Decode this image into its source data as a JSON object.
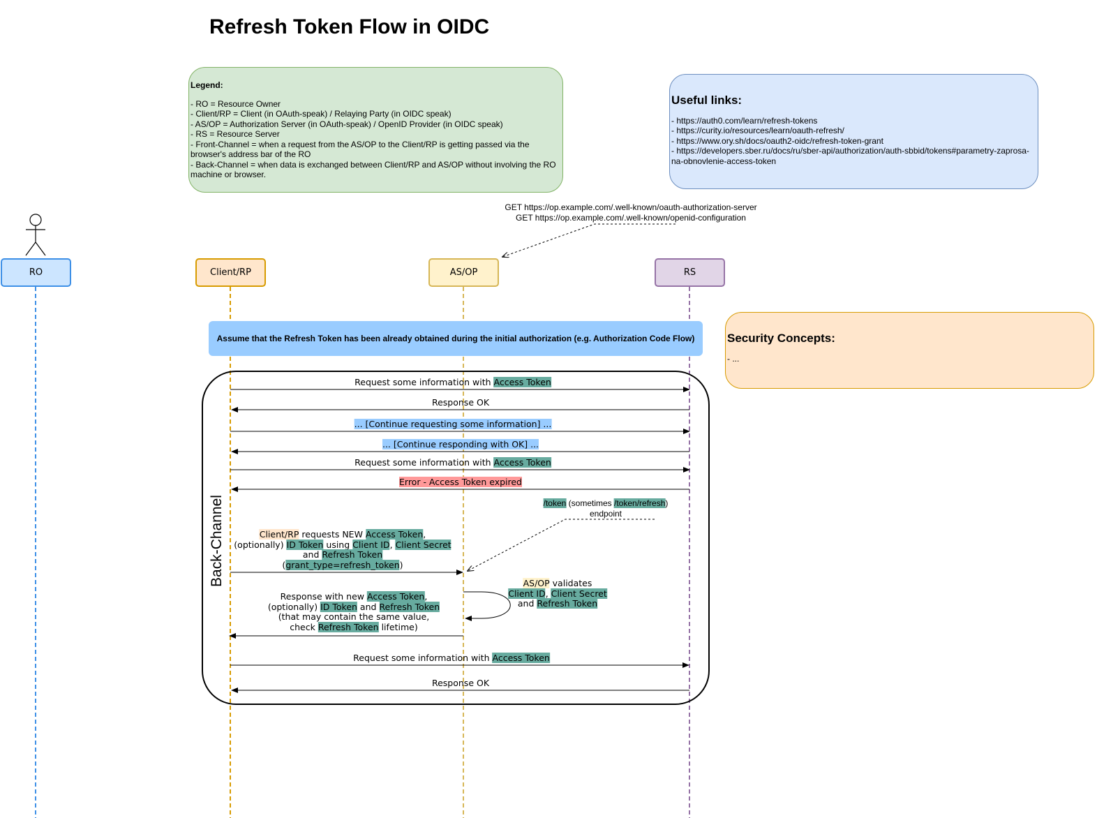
{
  "title": "Refresh Token Flow in OIDC",
  "legend": {
    "heading": "Legend:",
    "lines": [
      "- RO = Resource Owner",
      "- Client/RP = Client (in OAuth-speak) / Relaying Party (in OIDC speak)",
      "- AS/OP = Authorization Server (in OAuth-speak) / OpenID Provider (in OIDC speak)",
      "- RS = Resource Server",
      "- Front-Channel = when a request from the AS/OP to the Client/RP is getting passed via the browser's address bar of the RO",
      "- Back-Channel = when data is exchanged between Client/RP and AS/OP without involving the RO machine or browser."
    ]
  },
  "links": {
    "heading": "Useful links:",
    "lines": [
      "- https://auth0.com/learn/refresh-tokens",
      "- https://curity.io/resources/learn/oauth-refresh/",
      "- https://www.ory.sh/docs/oauth2-oidc/refresh-token-grant",
      "- https://developers.sber.ru/docs/ru/sber-api/authorization/auth-sbbid/tokens#parametry-zaprosa-na-obnovlenie-access-token"
    ]
  },
  "security": {
    "heading": "Security Concepts:",
    "body": "- ..."
  },
  "discovery": {
    "line1": "GET https://op.example.com/.well-known/oauth-authorization-server",
    "line2": "GET https://op.example.com/.well-known/openid-configuration"
  },
  "participants": {
    "ro": "RO",
    "client": "Client/RP",
    "asop": "AS/OP",
    "rs": "RS"
  },
  "assume": "Assume that the Refresh Token has been already obtained during the initial authorization (e.g. Authorization Code Flow)",
  "back_channel": "Back-Channel",
  "messages": {
    "m1": {
      "pre": "Request some information with ",
      "token": "Access Token"
    },
    "m2": "Response OK",
    "m3": "... [Continue requesting some information] ...",
    "m4": "... [Continue responding with OK] ...",
    "m5": {
      "pre": "Request some information with ",
      "token": "Access Token"
    },
    "m6": "Error - Access Token expired",
    "token_endpoint": {
      "ep1": "/token",
      "mid": " (sometimes ",
      "ep2": "/token/refresh",
      "close": ")",
      "line2": "endpoint"
    },
    "refresh_request": {
      "client": "Client/RP",
      "t1": " requests NEW ",
      "access": "Access Token",
      "comma1": ",",
      "opt": "(optionally) ",
      "id": "ID Token",
      "using": " using ",
      "cid": "Client ID",
      "comma2": ", ",
      "csecret": "Client Secret",
      "and": "and ",
      "refresh": "Refresh Token",
      "open": "(",
      "grant": "grant_type=refresh_token",
      "close": ")"
    },
    "validates": {
      "asop": "AS/OP",
      "t1": " validates",
      "cid": "Client ID",
      "comma": ", ",
      "csecret": "Client Secret",
      "and": "and ",
      "refresh": "Refresh Token"
    },
    "refresh_response": {
      "t1": "Response with new ",
      "access": "Access Token",
      "comma": ",",
      "opt": "(optionally) ",
      "id": "ID Token",
      "and": " and ",
      "refresh": "Refresh Token",
      "line3": "(that may contain the same value,",
      "check": "check ",
      "refresh2": "Refresh Token",
      "lifetime": " lifetime)"
    },
    "m7": {
      "pre": "Request some information with ",
      "token": "Access Token"
    },
    "m8": "Response OK"
  },
  "colors": {
    "ro": "#3d8fe6",
    "client": "#d79b00",
    "asop": "#d6b656",
    "rs": "#9673a6",
    "token_highlight": "#67ab9f",
    "continue_highlight": "#99ccff",
    "error_highlight": "#ff9999"
  }
}
